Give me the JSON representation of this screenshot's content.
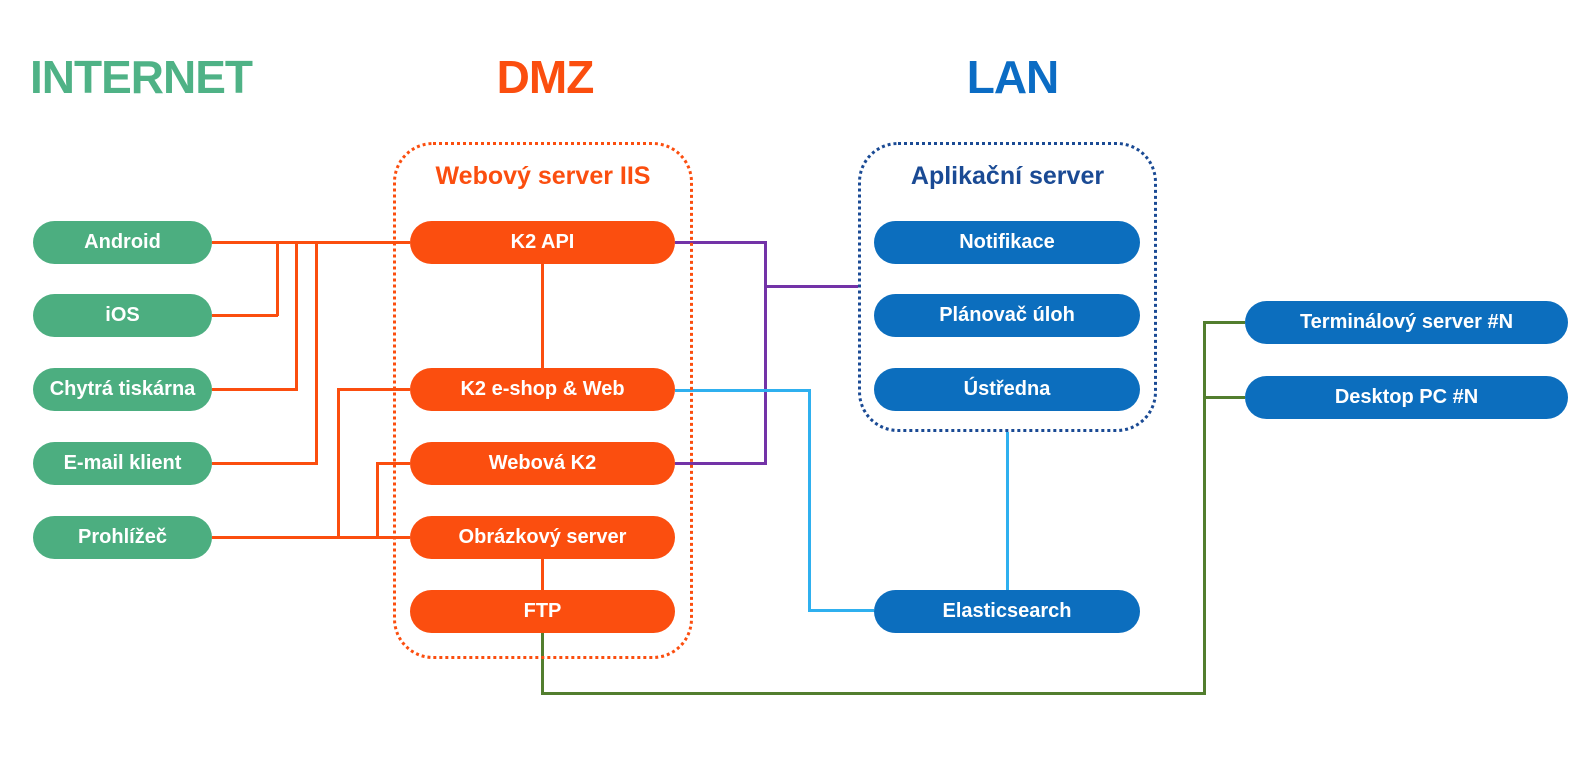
{
  "headers": {
    "internet": "INTERNET",
    "dmz": "DMZ",
    "lan": "LAN"
  },
  "colors": {
    "green": "#4CAE80",
    "header-green": "#4FB286",
    "orange": "#FB4E0F",
    "blue": "#0C6EBE",
    "header-blue": "#0B6CC4",
    "navy": "#1A4A94",
    "purple": "#7333A7",
    "sky": "#2FB0EF",
    "olive": "#527E2E"
  },
  "internet_nodes": [
    {
      "label": "Android"
    },
    {
      "label": "iOS"
    },
    {
      "label": "Chytrá tiskárna"
    },
    {
      "label": "E-mail klient"
    },
    {
      "label": "Prohlížeč"
    }
  ],
  "dmz_box": {
    "title": "Webový server IIS",
    "nodes": [
      {
        "label": "K2 API"
      },
      {
        "label": "K2 e-shop & Web"
      },
      {
        "label": "Webová K2"
      },
      {
        "label": "Obrázkový server"
      },
      {
        "label": "FTP"
      }
    ]
  },
  "lan_box": {
    "title": "Aplikační server",
    "nodes": [
      {
        "label": "Notifikace"
      },
      {
        "label": "Plánovač úloh"
      },
      {
        "label": "Ústředna"
      }
    ]
  },
  "elasticsearch": {
    "label": "Elasticsearch"
  },
  "lan_clients": [
    {
      "label": "Terminálový server #N"
    },
    {
      "label": "Desktop PC #N"
    }
  ],
  "connections": [
    {
      "from": "Android",
      "to": "K2 API",
      "color": "orange"
    },
    {
      "from": "iOS",
      "to": "K2 API",
      "color": "orange"
    },
    {
      "from": "Chytrá tiskárna",
      "to": "K2 API",
      "color": "orange"
    },
    {
      "from": "E-mail klient",
      "to": "K2 API",
      "color": "orange"
    },
    {
      "from": "Prohlížeč",
      "to": "K2 e-shop & Web",
      "color": "orange"
    },
    {
      "from": "Prohlížeč",
      "to": "Webová K2",
      "color": "orange"
    },
    {
      "from": "Prohlížeč",
      "to": "Obrázkový server",
      "color": "orange"
    },
    {
      "from": "K2 API",
      "to": "K2 e-shop & Web",
      "color": "orange"
    },
    {
      "from": "Obrázkový server",
      "to": "FTP",
      "color": "orange"
    },
    {
      "from": "K2 API",
      "to": "Aplikační server",
      "color": "purple"
    },
    {
      "from": "Webová K2",
      "to": "Aplikační server",
      "color": "purple"
    },
    {
      "from": "K2 e-shop & Web",
      "to": "Elasticsearch",
      "color": "sky"
    },
    {
      "from": "Aplikační server",
      "to": "Elasticsearch",
      "color": "sky"
    },
    {
      "from": "FTP",
      "to": "Terminálový server #N",
      "color": "olive"
    },
    {
      "from": "FTP",
      "to": "Desktop PC #N",
      "color": "olive"
    }
  ]
}
